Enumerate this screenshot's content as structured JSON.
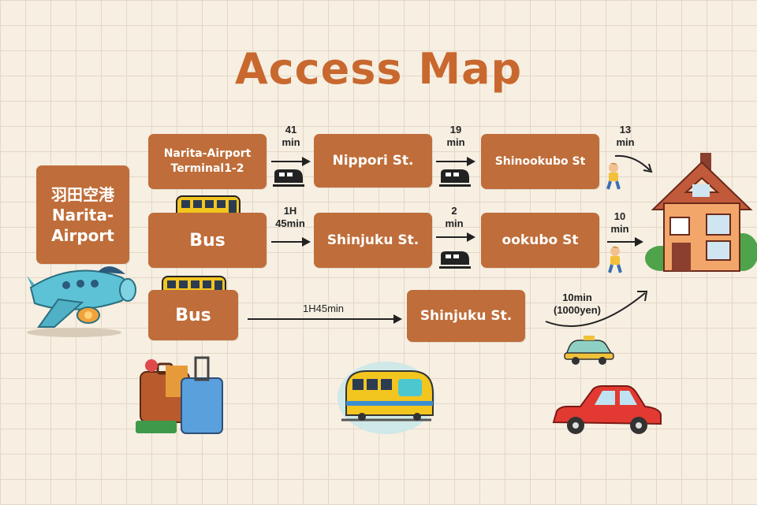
{
  "title": "Access Map",
  "origin": {
    "jp": "羽田空港",
    "en_line1": "Narita-",
    "en_line2": "Airport"
  },
  "route1": {
    "start": "Narita-Airport Terminal1-2",
    "leg1_time_line1": "41",
    "leg1_time_line2": "min",
    "mid": "Nippori St.",
    "leg2_time_line1": "19",
    "leg2_time_line2": "min",
    "end": "Shinookubo St",
    "walk_time_line1": "13",
    "walk_time_line2": "min"
  },
  "route2": {
    "start": "Bus",
    "leg1_time_line1": "1H",
    "leg1_time_line2": "45min",
    "mid": "Shinjuku St.",
    "leg2_time_line1": "2",
    "leg2_time_line2": "min",
    "end": "ookubo St",
    "walk_time_line1": "10",
    "walk_time_line2": "min"
  },
  "route3": {
    "start": "Bus",
    "leg1_time": "1H45min",
    "end": "Shinjuku St.",
    "taxi_time_line1": "10min",
    "taxi_time_line2": "(1000yen)"
  },
  "colors": {
    "accent": "#c8682f",
    "box": "#bf6d3a",
    "grid": "#e4d7c6"
  }
}
